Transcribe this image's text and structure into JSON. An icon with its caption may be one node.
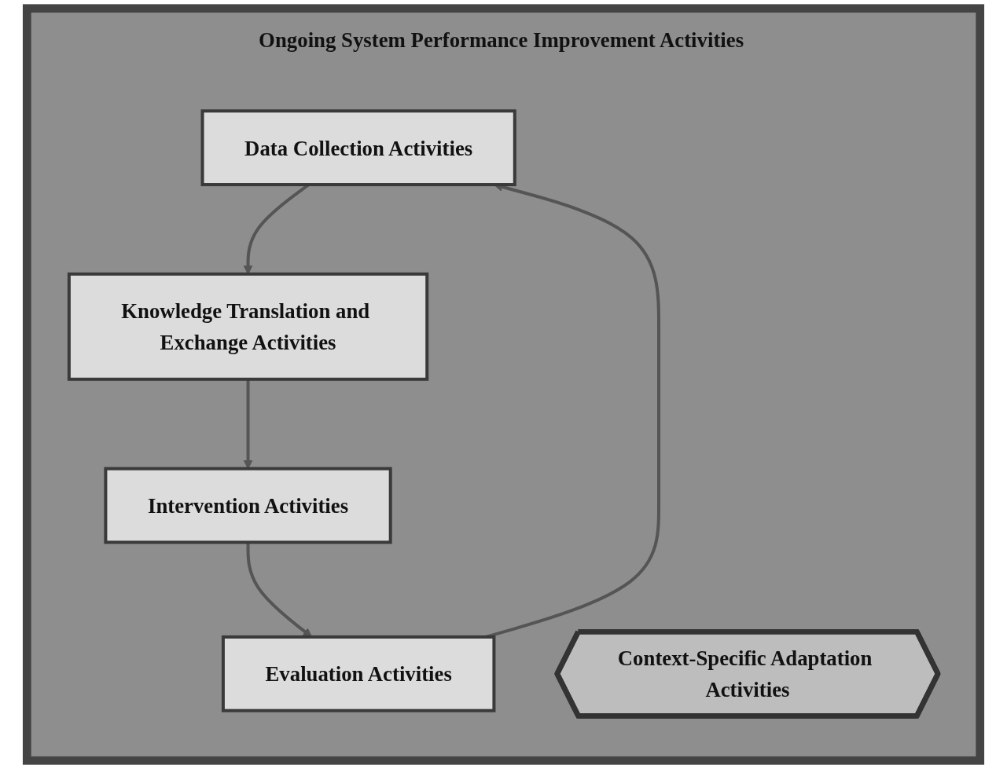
{
  "diagram": {
    "nodes": [
      {
        "text": [
          "Ongoing System Performance Improvement Activities"
        ]
      },
      {
        "text": [
          "Data Collection Activities"
        ],
        "in": 0
      },
      {
        "text": [
          "Knowledge Translation and Exchange Activities"
        ],
        "in": 0
      },
      {
        "text": [
          "Context-Specific Adaptation Activities"
        ],
        "in": 0
      },
      {
        "text": [
          "Evaluation Activities"
        ],
        "in": 0
      },
      {
        "text": [
          "Intervention Activities"
        ],
        "in": 0
      }
    ],
    "edges": [
      {
        "from": 1,
        "to": 2,
        "arrow": "to"
      },
      {
        "from": 2,
        "to": 5,
        "arrow": "to"
      },
      {
        "from": 5,
        "to": 4,
        "arrow": "to"
      },
      {
        "from": 4,
        "to": 1,
        "arrow": "to"
      }
    ]
  }
}
